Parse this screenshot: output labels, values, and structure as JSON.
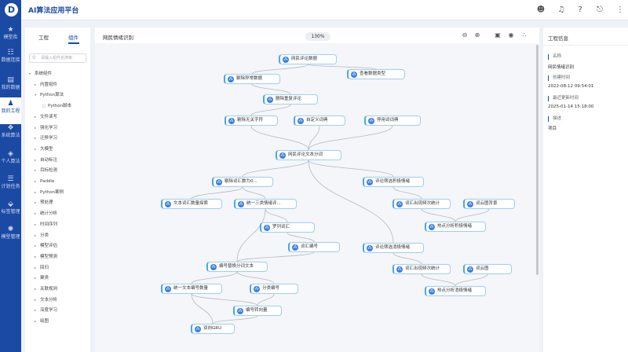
{
  "app": {
    "title": "AI算法应用平台",
    "logo": "D"
  },
  "sidebar": {
    "items": [
      {
        "label": "模型库",
        "icon": "star-icon"
      },
      {
        "label": "数据连接",
        "icon": "database-icon"
      },
      {
        "label": "我的数据",
        "icon": "folder-icon"
      },
      {
        "label": "我的工程",
        "icon": "user-icon",
        "active": true
      },
      {
        "label": "系统算法",
        "icon": "cubes-icon"
      },
      {
        "label": "个人算法",
        "icon": "cube-icon"
      },
      {
        "label": "计划任务",
        "icon": "list-icon"
      },
      {
        "label": "标签管理",
        "icon": "tag-icon"
      },
      {
        "label": "模型管理",
        "icon": "model-icon"
      }
    ]
  },
  "left_panel": {
    "tabs": [
      "工程",
      "组件"
    ],
    "active_tab": "组件",
    "search_placeholder": "请输入组件名搜索",
    "tree": [
      {
        "label": "系统组件",
        "level": 0,
        "expanded": true
      },
      {
        "label": "内置组件",
        "level": 1
      },
      {
        "label": "Python算法",
        "level": 1,
        "expanded": true
      },
      {
        "label": "Python脚本",
        "level": 2,
        "leaf": true
      },
      {
        "label": "文件读写",
        "level": 1
      },
      {
        "label": "强化学习",
        "level": 1
      },
      {
        "label": "迁移学习",
        "level": 1
      },
      {
        "label": "大模型",
        "level": 1
      },
      {
        "label": "自动标注",
        "level": 1
      },
      {
        "label": "目标检测",
        "level": 1
      },
      {
        "label": "Paddle",
        "level": 1
      },
      {
        "label": "Python案例",
        "level": 1
      },
      {
        "label": "预处理",
        "level": 1
      },
      {
        "label": "统计分析",
        "level": 1
      },
      {
        "label": "时间序列",
        "level": 1
      },
      {
        "label": "分类",
        "level": 1
      },
      {
        "label": "模型评估",
        "level": 1
      },
      {
        "label": "模型预测",
        "level": 1
      },
      {
        "label": "回归",
        "level": 1
      },
      {
        "label": "聚类",
        "level": 1
      },
      {
        "label": "关联规则",
        "level": 1
      },
      {
        "label": "文本分析",
        "level": 1
      },
      {
        "label": "深度学习",
        "level": 1
      },
      {
        "label": "绘图",
        "level": 1
      }
    ]
  },
  "canvas": {
    "title": "网民情绪识别",
    "zoom": "130%",
    "nodes": [
      {
        "id": "n1",
        "label": "网民评论数据"
      },
      {
        "id": "n2",
        "label": "剔除异常数据"
      },
      {
        "id": "n3",
        "label": "查看数据类型"
      },
      {
        "id": "n4",
        "label": "删除重复评论"
      },
      {
        "id": "n5",
        "label": "剔除无关字符"
      },
      {
        "id": "n6",
        "label": "自定义词典"
      },
      {
        "id": "n7",
        "label": "停用词词典"
      },
      {
        "id": "n8",
        "label": "网民评论文本分词"
      },
      {
        "id": "n9",
        "label": "剔除词汇数为0..."
      },
      {
        "id": "n10",
        "label": "评论筛选积极情绪"
      },
      {
        "id": "n11",
        "label": "文本词汇数量探索"
      },
      {
        "id": "n12",
        "label": "统一三类情绪评..."
      },
      {
        "id": "n13",
        "label": "词汇出现频次统计"
      },
      {
        "id": "n14",
        "label": "词云图背景"
      },
      {
        "id": "n15",
        "label": "罗列词汇"
      },
      {
        "id": "n16",
        "label": "热点分析积极情绪"
      },
      {
        "id": "n17",
        "label": "词汇编号"
      },
      {
        "id": "n18",
        "label": "评论筛选消极情绪"
      },
      {
        "id": "n19",
        "label": "编号替换分词文本"
      },
      {
        "id": "n20",
        "label": "词汇出现频次统计"
      },
      {
        "id": "n21",
        "label": "词云图"
      },
      {
        "id": "n22",
        "label": "统一文本编号数量"
      },
      {
        "id": "n23",
        "label": "分类编号"
      },
      {
        "id": "n24",
        "label": "热点分析消极情绪"
      },
      {
        "id": "n25",
        "label": "编号转向量"
      },
      {
        "id": "n26",
        "label": "双向GRU"
      }
    ],
    "edges": [
      [
        "n1",
        "n2"
      ],
      [
        "n1",
        "n3"
      ],
      [
        "n2",
        "n4"
      ],
      [
        "n4",
        "n5"
      ],
      [
        "n5",
        "n8"
      ],
      [
        "n6",
        "n8"
      ],
      [
        "n7",
        "n8"
      ],
      [
        "n8",
        "n9"
      ],
      [
        "n8",
        "n10"
      ],
      [
        "n8",
        "n18"
      ],
      [
        "n9",
        "n11"
      ],
      [
        "n9",
        "n12"
      ],
      [
        "n12",
        "n15"
      ],
      [
        "n12",
        "n19"
      ],
      [
        "n15",
        "n17"
      ],
      [
        "n17",
        "n19"
      ],
      [
        "n10",
        "n13"
      ],
      [
        "n13",
        "n16"
      ],
      [
        "n14",
        "n16"
      ],
      [
        "n18",
        "n20"
      ],
      [
        "n20",
        "n24"
      ],
      [
        "n21",
        "n24"
      ],
      [
        "n19",
        "n22"
      ],
      [
        "n19",
        "n23"
      ],
      [
        "n22",
        "n25"
      ],
      [
        "n23",
        "n25"
      ],
      [
        "n22",
        "n26"
      ],
      [
        "n25",
        "n26"
      ]
    ]
  },
  "right_panel": {
    "title": "工程信息",
    "fields": [
      {
        "label": "名称",
        "value": "网民情绪识别"
      },
      {
        "label": "创建时间",
        "value": "2022-08-12 09:54:01"
      },
      {
        "label": "最近更新时间",
        "value": "2025-01-14 15:18:00"
      },
      {
        "label": "描述",
        "value": "项目"
      }
    ]
  },
  "topbar_icons": [
    "user-icon",
    "bell-icon",
    "help-icon",
    "exit-icon",
    "more-icon"
  ],
  "canvas_icons": [
    "zoom-out-icon",
    "zoom-in-icon",
    "save-icon",
    "run-icon",
    "layout-icon"
  ]
}
